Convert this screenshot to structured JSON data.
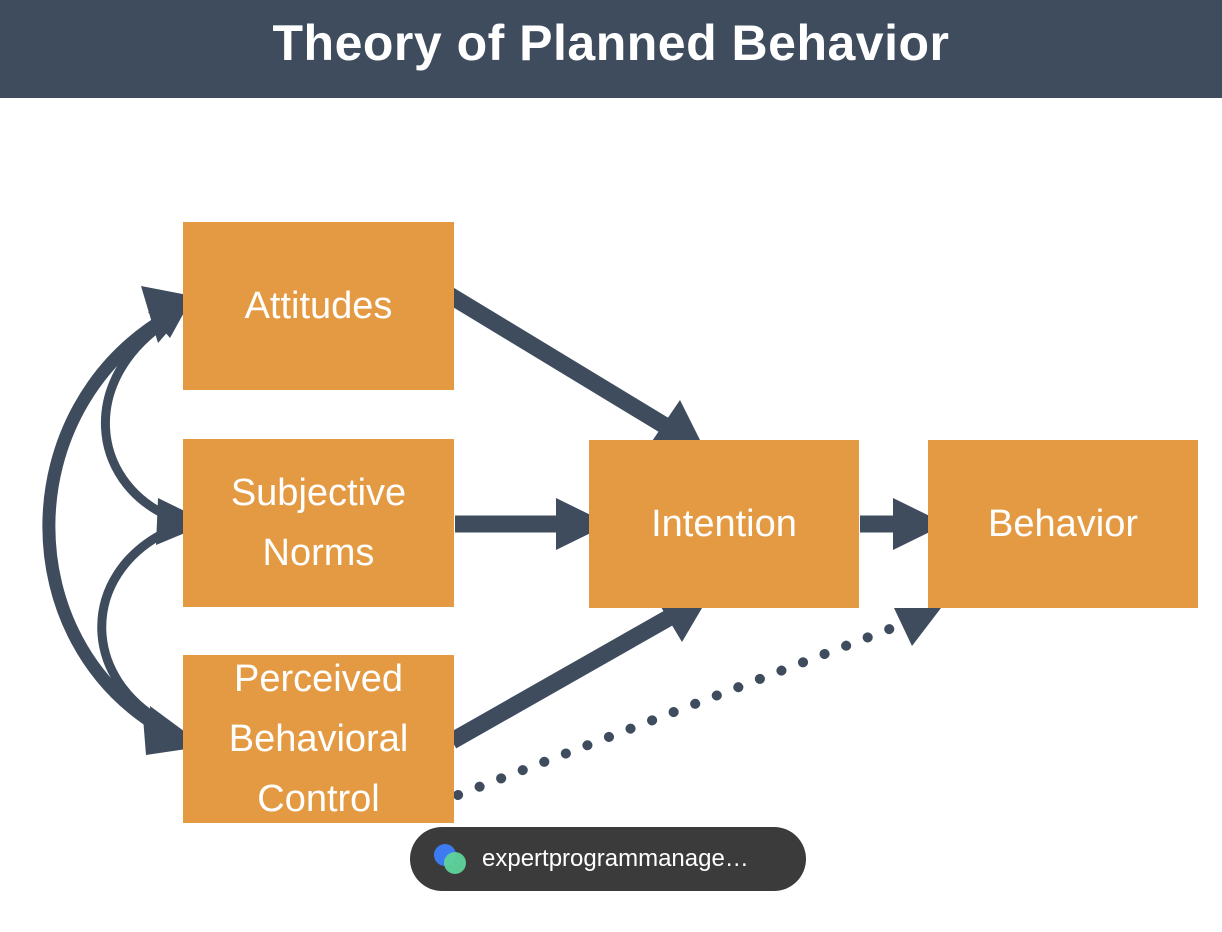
{
  "title": "Theory of Planned Behavior",
  "nodes": {
    "attitudes": {
      "lines": [
        "Attitudes"
      ]
    },
    "subjective_norms": {
      "lines": [
        "Subjective",
        "Norms"
      ]
    },
    "perceived_behavioral_control": {
      "lines": [
        "Perceived",
        "Behavioral",
        "Control"
      ]
    },
    "intention": {
      "lines": [
        "Intention"
      ]
    },
    "behavior": {
      "lines": [
        "Behavior"
      ]
    }
  },
  "edges": [
    {
      "from": "attitudes",
      "to": "intention",
      "style": "solid"
    },
    {
      "from": "subjective_norms",
      "to": "intention",
      "style": "solid"
    },
    {
      "from": "perceived_behavioral_control",
      "to": "intention",
      "style": "solid"
    },
    {
      "from": "intention",
      "to": "behavior",
      "style": "solid"
    },
    {
      "from": "perceived_behavioral_control",
      "to": "behavior",
      "style": "dotted"
    },
    {
      "from": "attitudes",
      "to": "subjective_norms",
      "style": "curved-bidirectional"
    },
    {
      "from": "subjective_norms",
      "to": "perceived_behavioral_control",
      "style": "curved-bidirectional"
    },
    {
      "from": "attitudes",
      "to": "perceived_behavioral_control",
      "style": "curved-bidirectional"
    }
  ],
  "colors": {
    "header_bg": "#3e4c5e",
    "node_fill": "#e49a42",
    "node_text": "#ffffff",
    "arrow": "#3e4c5e"
  },
  "source_chip": {
    "text": "expertprogrammanage…",
    "icon": "site-favicon-icon"
  }
}
